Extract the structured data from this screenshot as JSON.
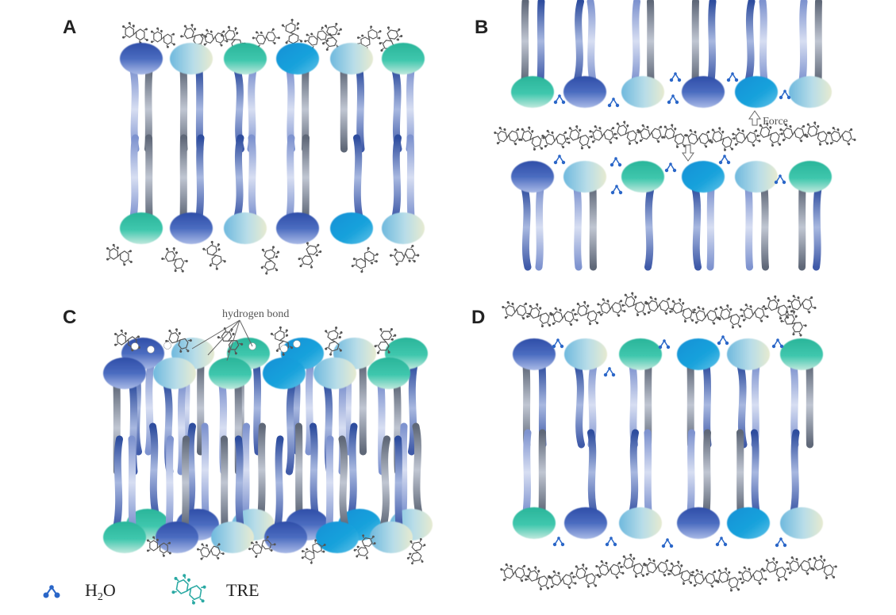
{
  "panels": [
    {
      "id": "A",
      "label": "A"
    },
    {
      "id": "B",
      "label": "B",
      "annotation": "Force"
    },
    {
      "id": "C",
      "label": "C",
      "annotation": "hydrogen bond"
    },
    {
      "id": "D",
      "label": "D"
    }
  ],
  "legend": {
    "water_pre": "H",
    "water_sub": "2",
    "water_post": "O",
    "tre": "TRE"
  },
  "colors": {
    "head_dark": "#3f5eb0",
    "head_teal": "#2ab59a",
    "head_cyan": "#1aa3dc",
    "head_pale": "#c7e2d8",
    "tail_blue": "#4a63b0",
    "tail_grey": "#707a8c",
    "water": "#2a66c8",
    "tre_legend": "#2aa9a3",
    "tre_molecule": "#555555"
  },
  "icons": {
    "water": "water-molecule-icon",
    "trehalose": "trehalose-molecule-icon"
  }
}
